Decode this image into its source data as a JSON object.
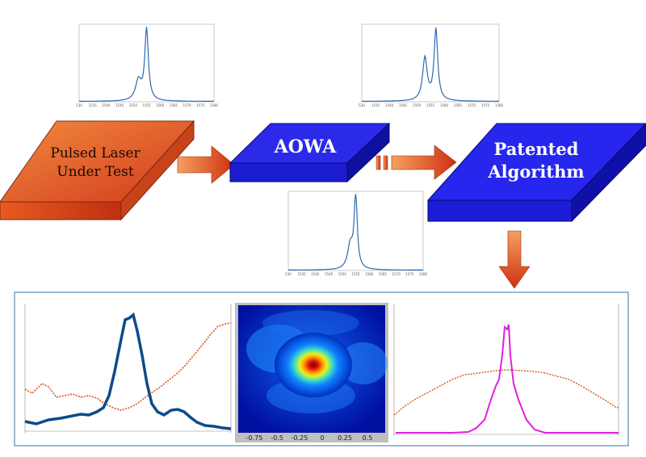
{
  "boxes": {
    "laser": {
      "line1": "Pulsed Laser",
      "line2": "Under Test"
    },
    "aowa": {
      "label": "AOWA"
    },
    "algorithm": {
      "line1": "Patented",
      "line2": "Algorithm"
    }
  },
  "colors": {
    "laser_top": "#e8582a",
    "aowa_top": "#2323e8",
    "algo_top": "#2323ee",
    "arrow": "#d84010",
    "spectrum_line": "#2a6bb0",
    "result_blue": "#0d4a8a",
    "result_orange": "#e05020",
    "result_magenta": "#e020e0",
    "panel_border": "#5a8ab0"
  },
  "spectra": {
    "top_left": {
      "x_ticks": [
        "530",
        "1535",
        "1540",
        "1545",
        "1550",
        "1555",
        "1560",
        "1565",
        "1570",
        "1575",
        "1580"
      ],
      "peaks": [
        {
          "x": 1552,
          "height": 0.28,
          "width": 1.3
        },
        {
          "x": 1555,
          "height": 1.0,
          "width": 0.8
        }
      ]
    },
    "top_right": {
      "x_ticks": [
        "530",
        "1535",
        "1540",
        "1545",
        "1550",
        "1555",
        "1560",
        "1565",
        "1570",
        "1575",
        "1580"
      ],
      "peaks": [
        {
          "x": 1553,
          "height": 0.6,
          "width": 1.0
        },
        {
          "x": 1557,
          "height": 1.0,
          "width": 0.8
        }
      ]
    },
    "middle": {
      "x_ticks": [
        "530",
        "1535",
        "1540",
        "1545",
        "1550",
        "1555",
        "1560",
        "1565",
        "1570",
        "1575",
        "1580"
      ],
      "peaks": [
        {
          "x": 1553,
          "height": 0.32,
          "width": 1.2
        },
        {
          "x": 1555,
          "height": 1.0,
          "width": 0.7
        }
      ]
    }
  },
  "heatmap": {
    "x_ticks": [
      "-0.75",
      "-0.5",
      "-0.25",
      "0",
      "0.25",
      "0.5"
    ]
  }
}
